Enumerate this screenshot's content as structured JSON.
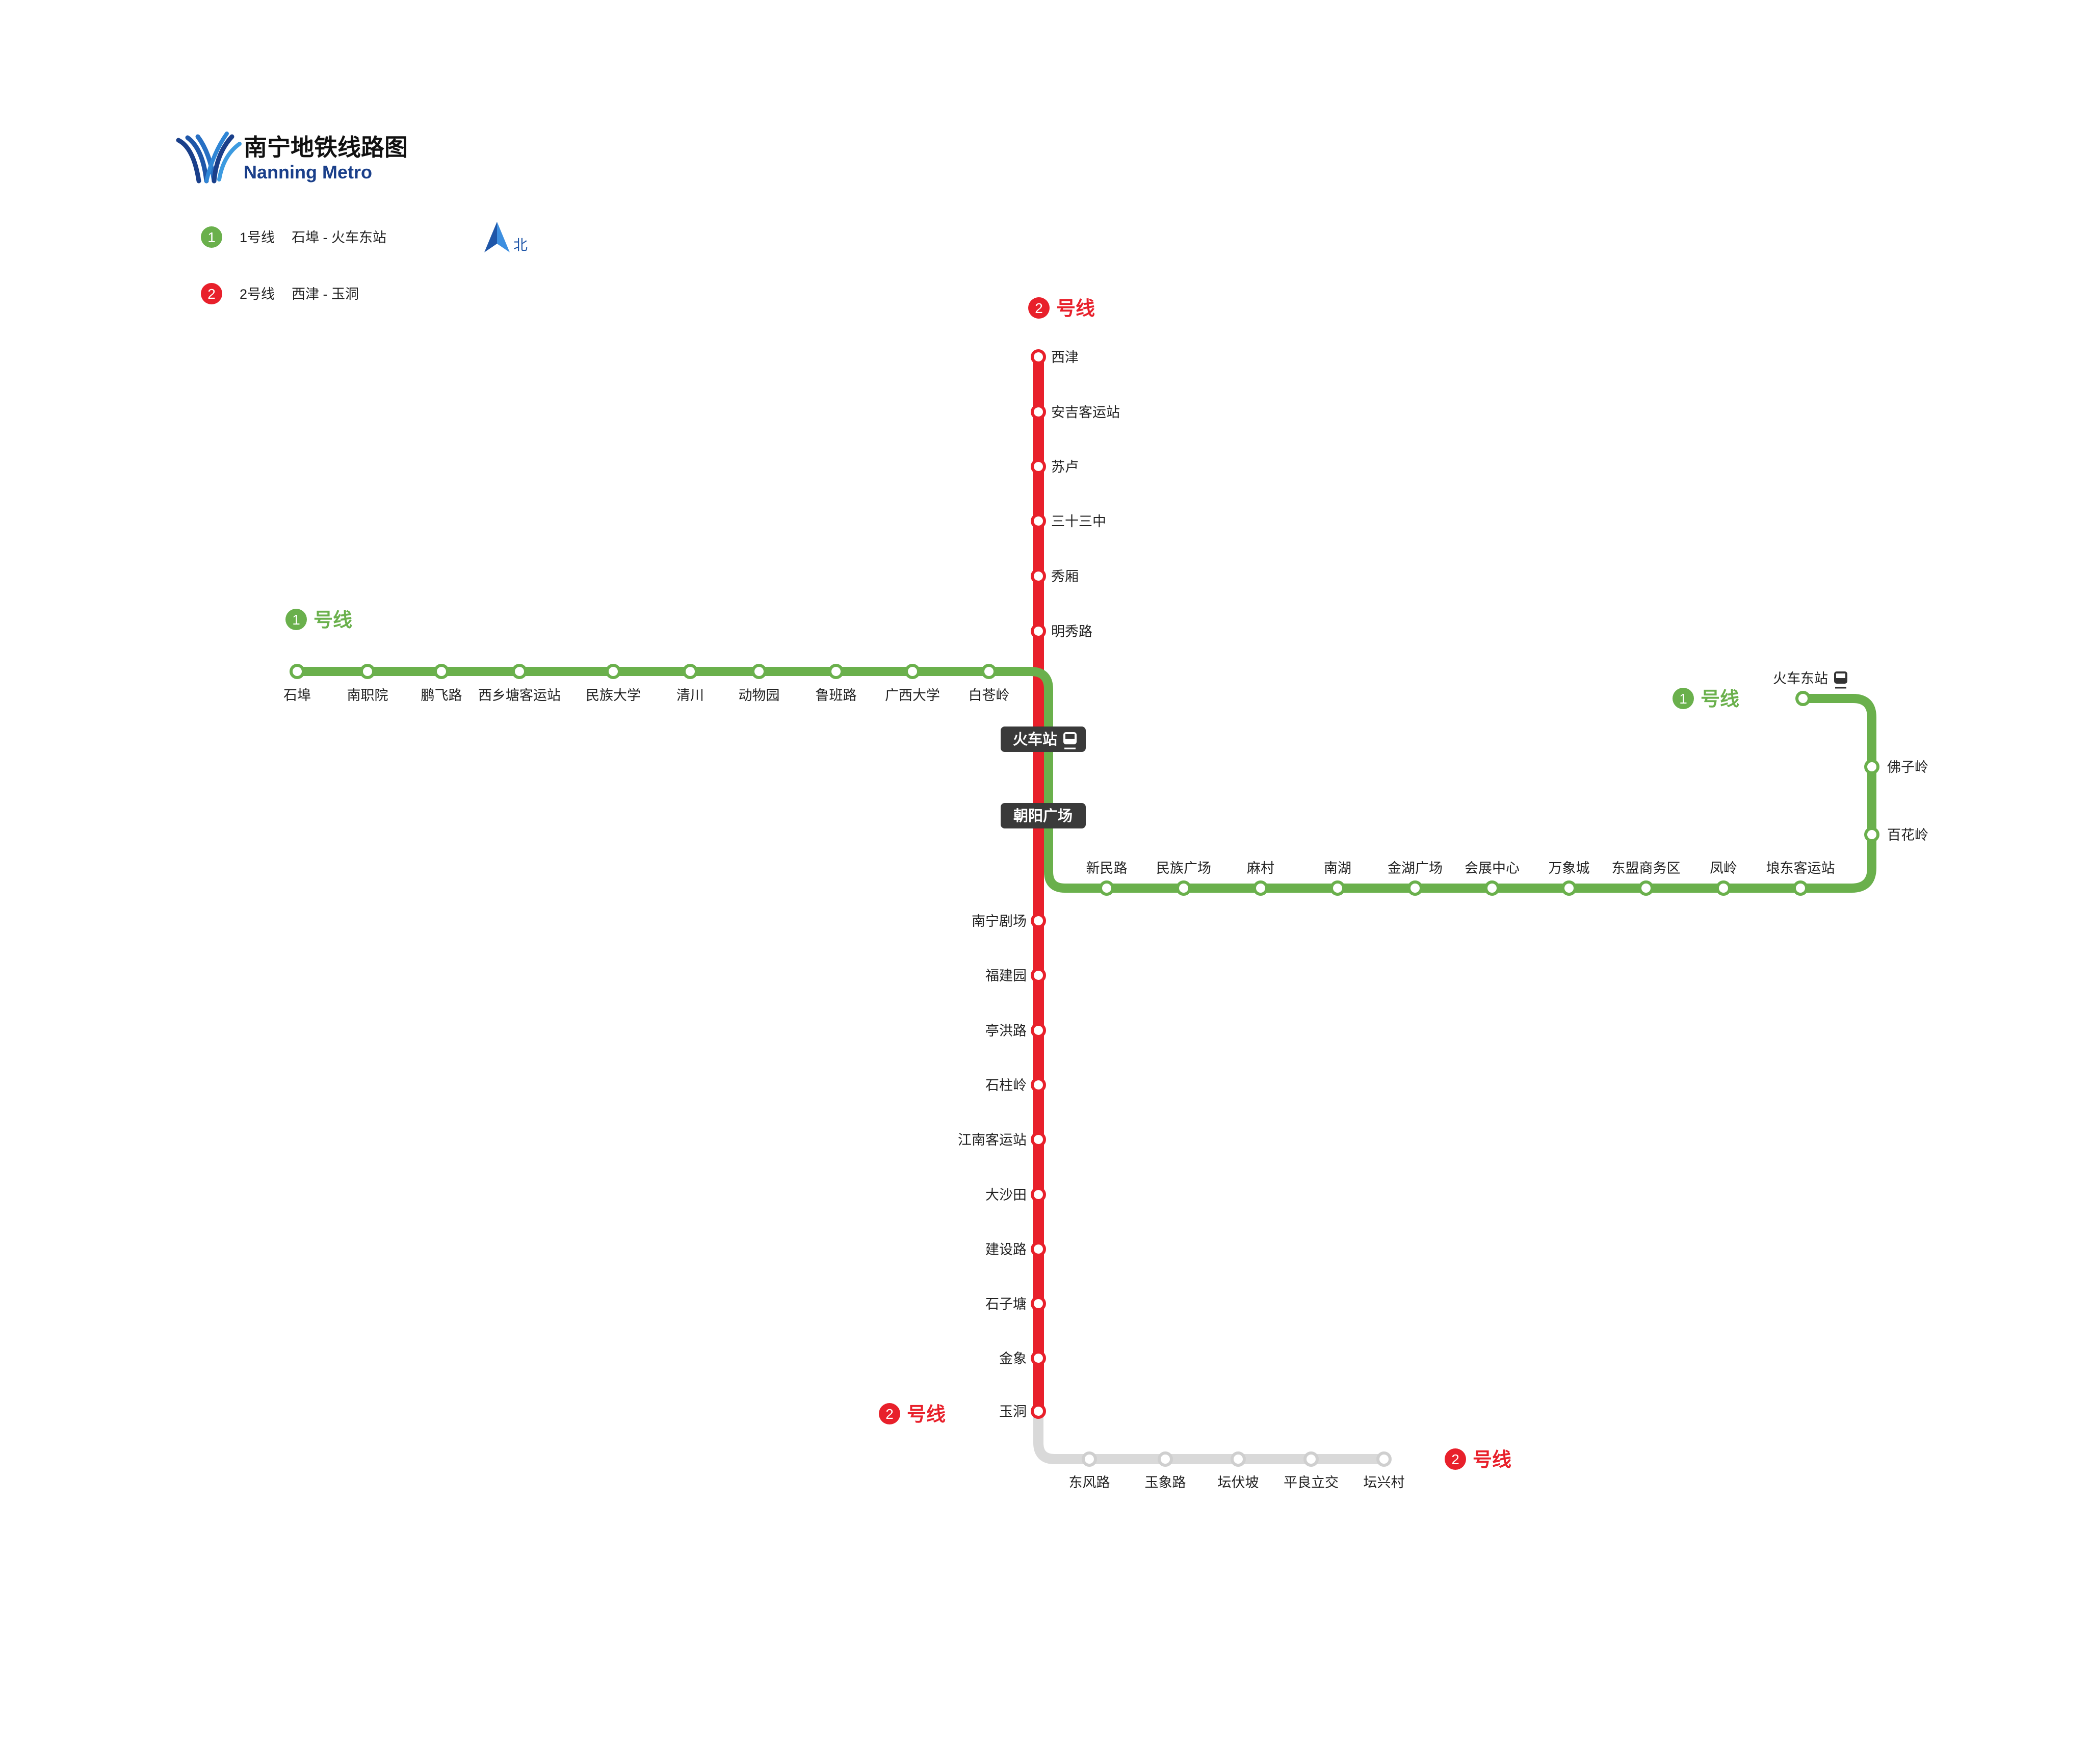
{
  "header": {
    "title_cn": "南宁地铁线路图",
    "title_en": "Nanning Metro"
  },
  "legend": [
    {
      "num": "1",
      "name": "1号线",
      "route": "石埠 - 火车东站",
      "color": "#6ab04c"
    },
    {
      "num": "2",
      "name": "2号线",
      "route": "西津 - 玉洞",
      "color": "#e8202b"
    }
  ],
  "compass": {
    "label": "北"
  },
  "colors": {
    "line1": "#6ab04c",
    "line2": "#e8202b",
    "planned": "#d9d9d9",
    "interchange_bg": "#3a3a3a"
  },
  "line_tags": {
    "line2_top": {
      "num": "2",
      "label": "号线"
    },
    "line1_left": {
      "num": "1",
      "label": "号线"
    },
    "line1_right": {
      "num": "1",
      "label": "号线"
    },
    "line2_bottom": {
      "num": "2",
      "label": "号线"
    },
    "line2_planned": {
      "num": "2",
      "label": "号线"
    }
  },
  "interchanges": [
    {
      "name": "火车站",
      "rail_icon": "train-icon"
    },
    {
      "name": "朝阳广场"
    }
  ],
  "line1_west": [
    "石埠",
    "南职院",
    "鹏飞路",
    "西乡塘客运站",
    "民族大学",
    "清川",
    "动物园",
    "鲁班路",
    "广西大学",
    "白苍岭"
  ],
  "line1_east": [
    "新民路",
    "民族广场",
    "麻村",
    "南湖",
    "金湖广场",
    "会展中心",
    "万象城",
    "东盟商务区",
    "凤岭",
    "埌东客运站"
  ],
  "line1_north": [
    "百花岭",
    "佛子岭",
    "火车东站"
  ],
  "line2_north": [
    "西津",
    "安吉客运站",
    "苏卢",
    "三十三中",
    "秀厢",
    "明秀路"
  ],
  "line2_south": [
    "南宁剧场",
    "福建园",
    "亭洪路",
    "石柱岭",
    "江南客运站",
    "大沙田",
    "建设路",
    "石子塘",
    "金象",
    "玉洞"
  ],
  "line2_planned": [
    "东风路",
    "玉象路",
    "坛伏坡",
    "平良立交",
    "坛兴村"
  ]
}
